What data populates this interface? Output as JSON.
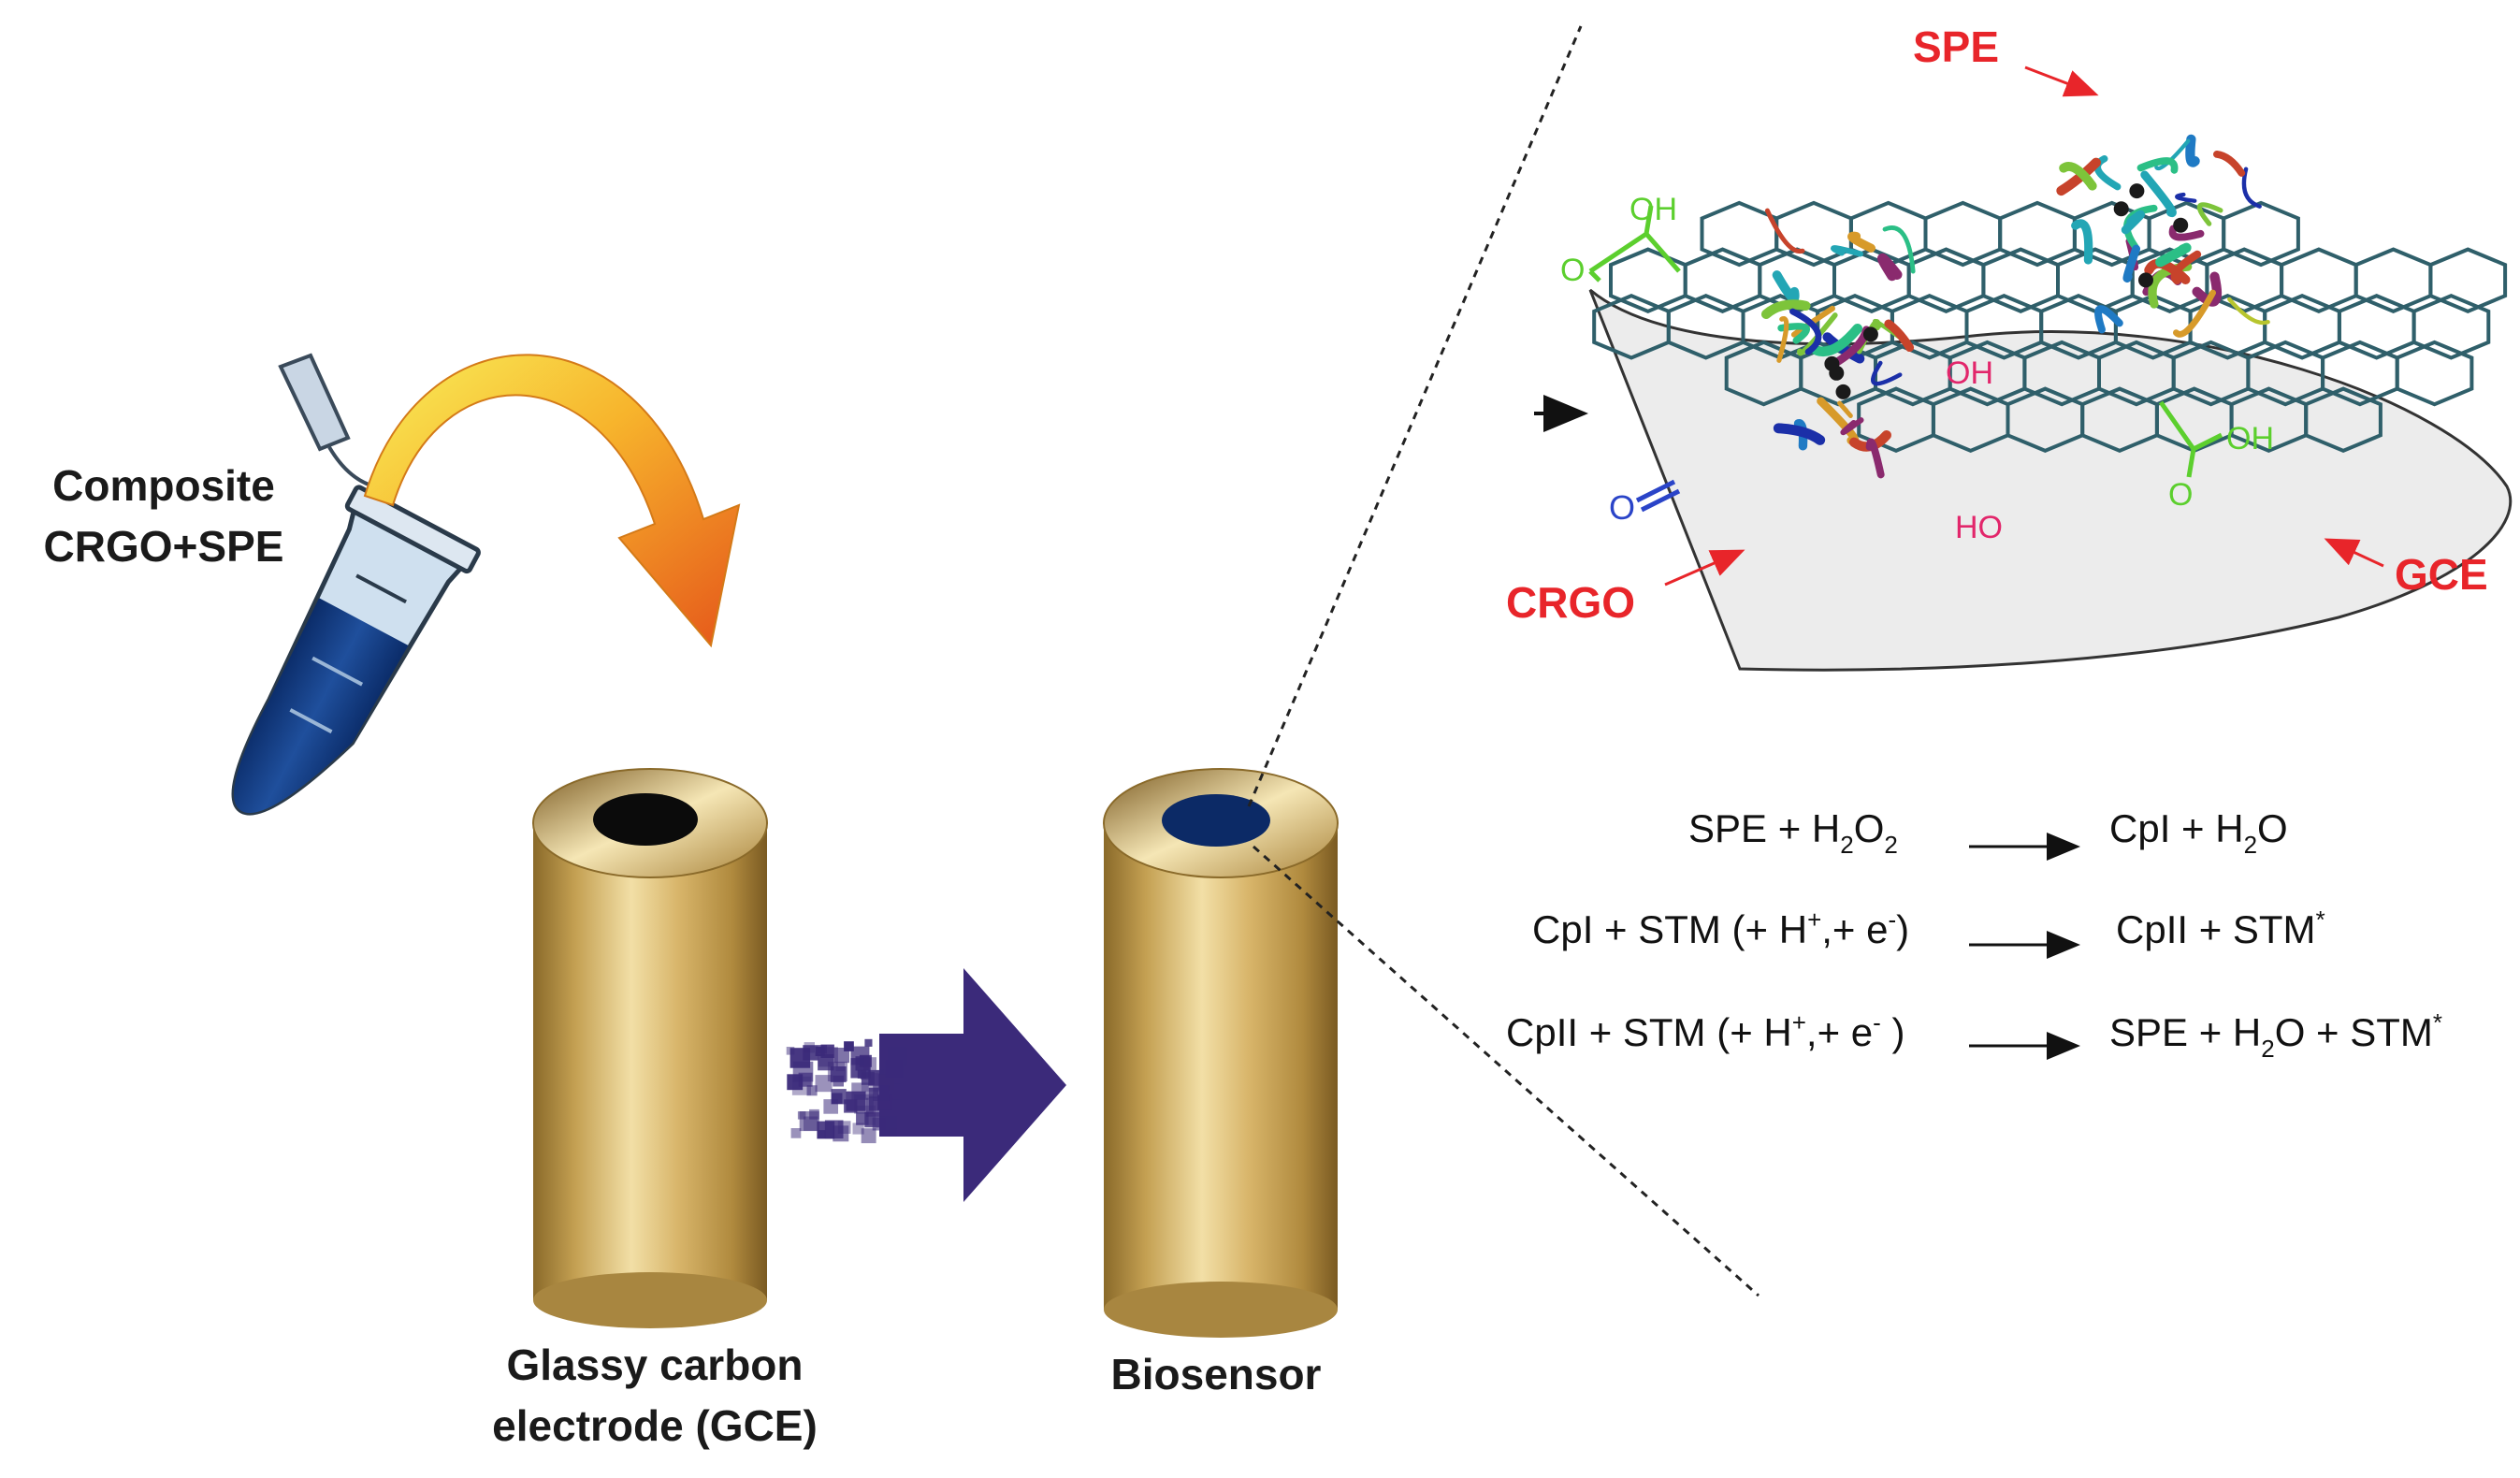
{
  "labels": {
    "composite_line1": "Composite",
    "composite_line2": "CRGO+SPE",
    "gce_line1": "Glassy carbon",
    "gce_line2": "electrode (GCE)",
    "biosensor": "Biosensor"
  },
  "inset": {
    "spe": "SPE",
    "crgo": "CRGO",
    "gce": "GCE",
    "oh_top": "OH",
    "oh_mid": "OH",
    "oh_right": "OH",
    "ho_bottom": "HO",
    "o_left": "O",
    "o_top": "O",
    "o_right": "O"
  },
  "equations": {
    "eq1_left_a": "SPE + H",
    "eq1_left_sub1": "2",
    "eq1_left_b": "O",
    "eq1_left_sub2": "2",
    "eq1_right_a": "CpI + H",
    "eq1_right_sub": "2",
    "eq1_right_b": "O",
    "eq2_left_a": "CpI + STM (+ H",
    "eq2_left_sup1": "+",
    "eq2_left_b": ",+ e",
    "eq2_left_sup2": "-",
    "eq2_left_c": ")",
    "eq2_right_a": "CpII + STM",
    "eq2_right_sup": "*",
    "eq3_left_a": "CpII + STM (+ H",
    "eq3_left_sup1": "+",
    "eq3_left_b": ",+ e",
    "eq3_left_sup2": "-",
    "eq3_left_c": " )",
    "eq3_right_a": "SPE + H",
    "eq3_right_sub": "2",
    "eq3_right_b": "O + STM",
    "eq3_right_sup": "*"
  },
  "colors": {
    "red_label": "#e8252a",
    "gold": "#c9a55a",
    "dark_blue": "#0c2a66",
    "arrow_purple": "#3b2a7a",
    "green_group": "#5ccf2e",
    "blue_group": "#2a44c8",
    "pink_group": "#e2266b",
    "ring_line": "#2f5f6a"
  }
}
